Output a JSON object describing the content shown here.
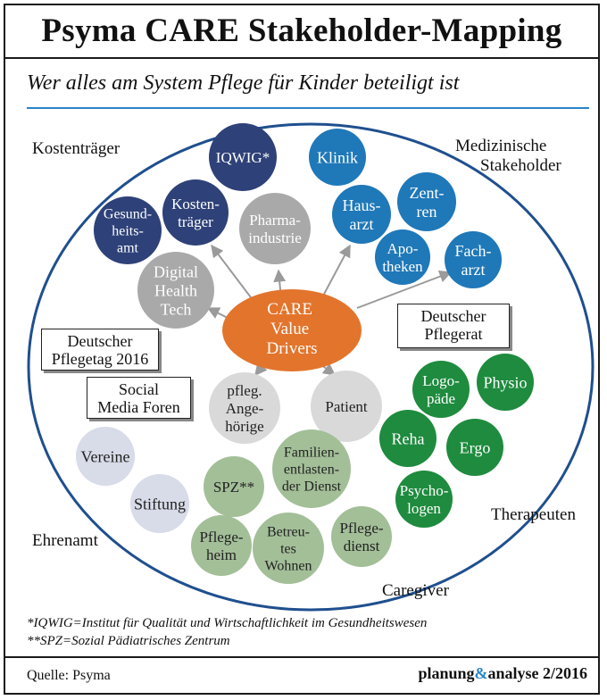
{
  "title": "Psyma CARE Stakeholder-Mapping",
  "subtitle": "Wer alles am System Pflege für Kinder beteiligt ist",
  "colors": {
    "navy": "#2e4178",
    "blue": "#1f78b8",
    "gray": "#a9a9a9",
    "orange": "#e3742c",
    "lightgray": "#d9d9d9",
    "sage": "#a3bf98",
    "green": "#1e8b3e",
    "lavender": "#d8dbe8",
    "ellipse": "#1f4f8e"
  },
  "center": {
    "lines": [
      "CARE",
      "Value",
      "Drivers"
    ]
  },
  "group_labels": {
    "kostentraeger": "Kostenträger",
    "medizinische": "Medizinische",
    "stakeholder": "Stakeholder",
    "therapeuten": "Therapeuten",
    "caregiver": "Caregiver",
    "ehrenamt": "Ehrenamt"
  },
  "boxes": {
    "deutscher_pflegerat": [
      "Deutscher",
      "Pflegerat"
    ],
    "deutscher_pflegetag": [
      "Deutscher",
      "Pflegetag 2016"
    ],
    "social_media": [
      "Social",
      "Media Foren"
    ]
  },
  "circles": {
    "iqwig": [
      "IQWIG*"
    ],
    "gesundheitsamt": [
      "Gesund-",
      "heits-",
      "amt"
    ],
    "kostentraeger": [
      "Kosten-",
      "träger"
    ],
    "klinik": [
      "Klinik"
    ],
    "hausarzt": [
      "Haus-",
      "arzt"
    ],
    "zentren": [
      "Zent-",
      "ren"
    ],
    "apotheken": [
      "Apo-",
      "theken"
    ],
    "facharzt": [
      "Fach-",
      "arzt"
    ],
    "pharma": [
      "Pharma-",
      "industrie"
    ],
    "digital": [
      "Digital",
      "Health",
      "Tech"
    ],
    "angehoerige": [
      "pfleg.",
      "Ange-",
      "hörige"
    ],
    "patient": [
      "Patient"
    ],
    "logopaede": [
      "Logo-",
      "päde"
    ],
    "physio": [
      "Physio"
    ],
    "reha": [
      "Reha"
    ],
    "ergo": [
      "Ergo"
    ],
    "psychologen": [
      "Psycho-",
      "logen"
    ],
    "vereine": [
      "Vereine"
    ],
    "stiftung": [
      "Stiftung"
    ],
    "spz": [
      "SPZ**"
    ],
    "familien": [
      "Familien-",
      "entlasten-",
      "der Dienst"
    ],
    "pflegeheim": [
      "Pflege-",
      "heim"
    ],
    "betreutes": [
      "Betreu-",
      "tes",
      "Wohnen"
    ],
    "pflegedienst": [
      "Pflege-",
      "dienst"
    ]
  },
  "footnotes": {
    "iqwig": "*IQWIG=Institut für Qualität und Wirtschaftlichkeit im Gesundheitswesen",
    "spz": "**SPZ=Sozial Pädiatrisches Zentrum"
  },
  "source": "Quelle: Psyma",
  "brand": {
    "part1": "planung",
    "amp": "&",
    "part2": "analyse 2/2016"
  }
}
